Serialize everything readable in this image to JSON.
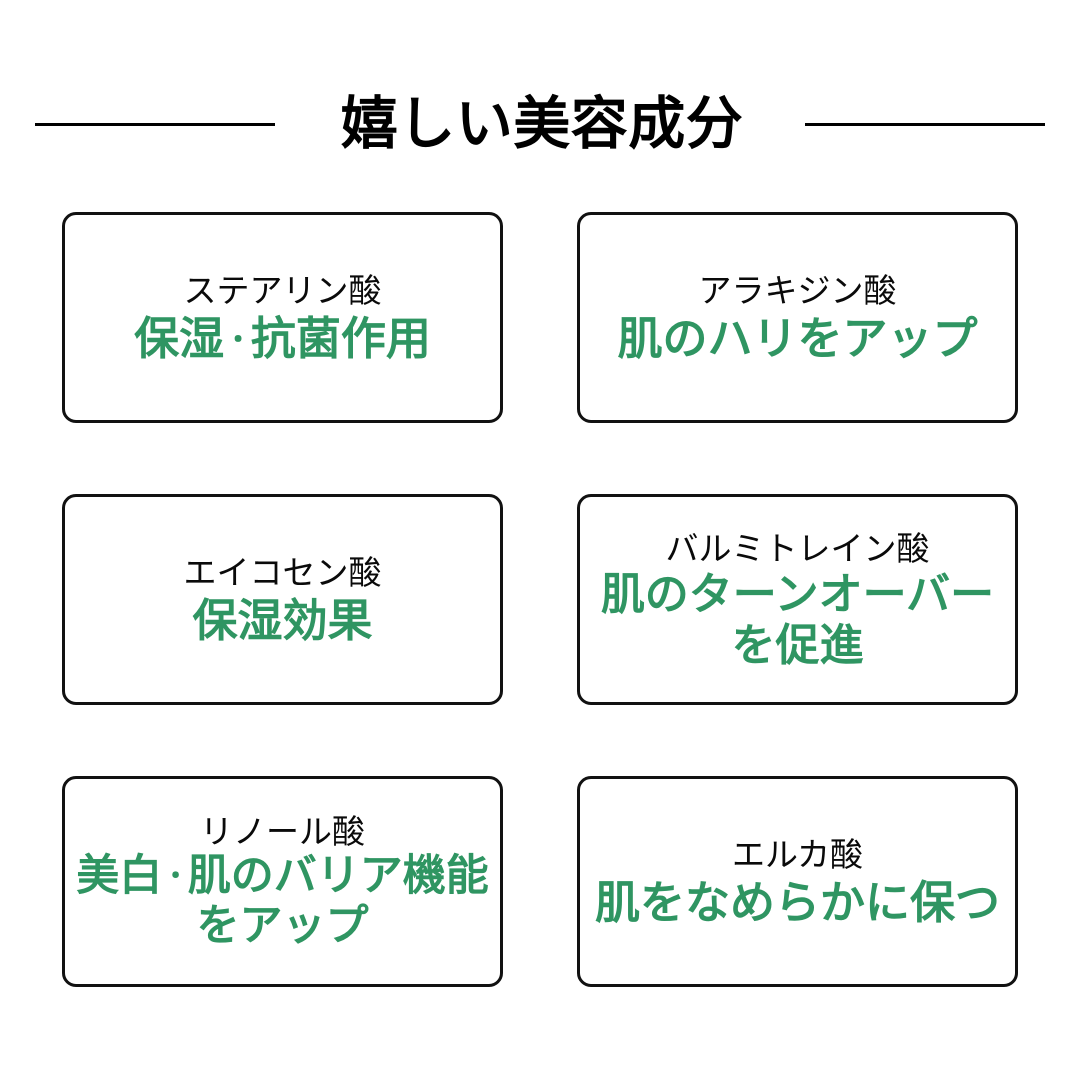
{
  "header": {
    "title": "嬉しい美容成分",
    "rule_left": "horizontal-rule",
    "rule_right": "horizontal-rule"
  },
  "colors": {
    "background": "#ffffff",
    "text": "#0a0a0a",
    "accent_green": "#2f9562",
    "card_border": "#111111"
  },
  "cards": [
    {
      "name": "ステアリン酸",
      "effect_pre": "保湿",
      "effect_sep": "・",
      "effect_post": "抗菌作用",
      "effect": "保湿・抗菌作用"
    },
    {
      "name": "アラキジン酸",
      "effect": "肌のハリをアップ"
    },
    {
      "name": "エイコセン酸",
      "effect": "保湿効果"
    },
    {
      "name": "バルミトレイン酸",
      "effect": "肌のターンオーバー\nを促進"
    },
    {
      "name": "リノール酸",
      "effect_pre": "美白",
      "effect_sep": "・",
      "effect_post": "肌のバリア機能\nをアップ",
      "effect": "美白・肌のバリア機能\nをアップ"
    },
    {
      "name": "エルカ酸",
      "effect": "肌をなめらかに保つ"
    }
  ]
}
